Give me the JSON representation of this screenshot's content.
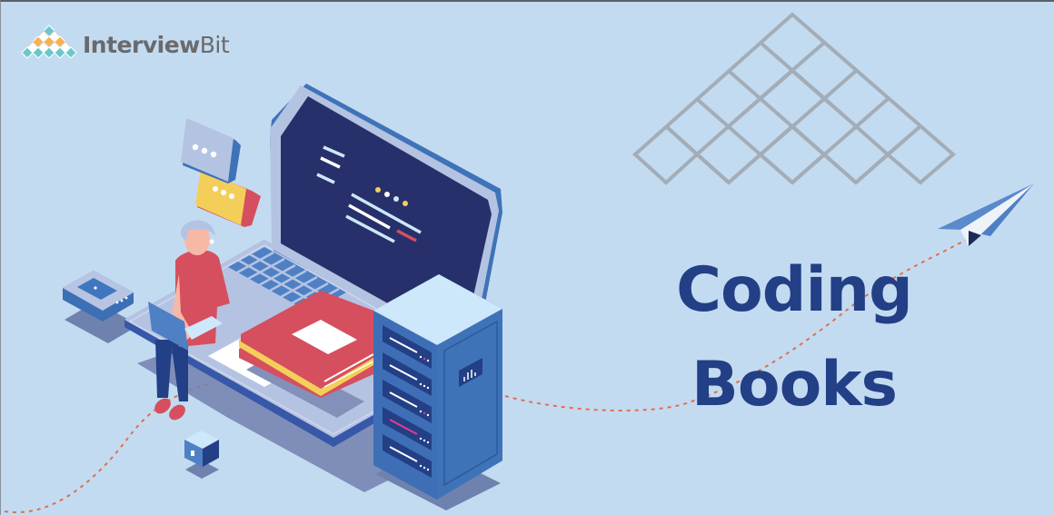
{
  "brand": {
    "name_bold": "Interview",
    "name_regular": "Bit",
    "logo_icon": "diamond-pyramid-logo-icon",
    "logo_colors": {
      "teal": "#6ac7cd",
      "orange": "#f7b24a",
      "white": "#ffffff"
    }
  },
  "headline": {
    "line1": "Coding",
    "line2": "Books",
    "color": "#233f86"
  },
  "illustration": {
    "elements": [
      "laptop-icon",
      "code-screen-icon",
      "chat-bubble-icon",
      "person-with-laptop-icon",
      "books-stack-icon",
      "server-rack-icon",
      "router-box-icon",
      "small-cube-icon",
      "paper-plane-icon",
      "grid-pyramid-outline-icon",
      "dotted-flight-path"
    ],
    "colors": {
      "background": "#c3dbf1",
      "screen": "#27306a",
      "laptop_body": "#b5c3e3",
      "accent_blue": "#3f73b8",
      "book_red": "#d64f5e",
      "book_yellow": "#f3cf5a",
      "path_orange": "#e0704c",
      "grid_gray": "#a3adb7"
    }
  }
}
